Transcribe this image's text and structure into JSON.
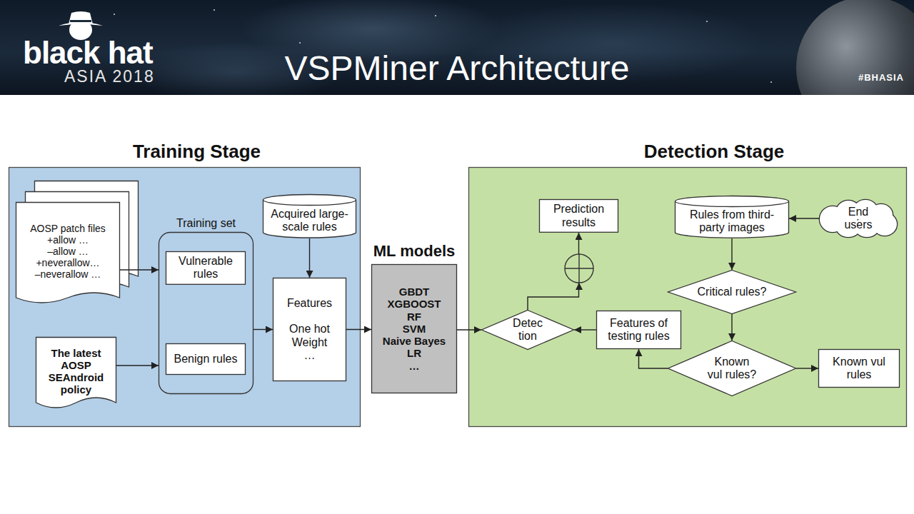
{
  "diagram": {
    "title": "VSPMiner Architecture",
    "nodes": [
      {
        "text": [
          "Training Stage"
        ]
      },
      {
        "text": [
          "AOSP patch files",
          "+allow …",
          "–allow …",
          "+neverallow…",
          "–neverallow …"
        ],
        "in": 0
      },
      {
        "text": [
          "The latest AOSP SEAndroid policy"
        ],
        "in": 0
      },
      {
        "text": [
          "Training set"
        ],
        "in": 0
      },
      {
        "text": [
          "Vulnerable rules"
        ],
        "in": 3
      },
      {
        "text": [
          "Benign rules"
        ],
        "in": 3
      },
      {
        "text": [
          "Acquired large-scale rules"
        ],
        "in": 0
      },
      {
        "text": [
          "Features",
          "One hot",
          "Weight",
          "…"
        ],
        "in": 0
      },
      {
        "text": [
          "ML models",
          "GBDT",
          "XGBOOST",
          "RF",
          "SVM",
          "Naive Bayes",
          "LR",
          "…"
        ]
      },
      {
        "text": [
          "Detection Stage"
        ]
      },
      {
        "text": [
          "Prediction results"
        ],
        "in": 9
      },
      {
        "text": [
          "Rules from third-party images"
        ],
        "in": 9
      },
      {
        "text": [
          "End users"
        ],
        "in": 9
      },
      {
        "text": [
          "Critical rules?"
        ],
        "in": 9
      },
      {
        "text": [
          "Detec tion"
        ],
        "in": 9
      },
      {
        "text": [
          "Features of testing rules"
        ],
        "in": 9
      },
      {
        "text": [
          "Known vul rules?"
        ],
        "in": 9
      },
      {
        "text": [
          "Known vul rules"
        ],
        "in": 9
      }
    ],
    "edges": [
      {
        "from": 1,
        "to": 3,
        "arrow": "to"
      },
      {
        "from": 2,
        "to": 3,
        "arrow": "to"
      },
      {
        "from": 3,
        "to": 7,
        "arrow": "to"
      },
      {
        "from": 6,
        "to": 7,
        "arrow": "to"
      },
      {
        "from": 7,
        "to": 8,
        "arrow": "to"
      },
      {
        "from": 8,
        "to": 14,
        "arrow": "to"
      },
      {
        "from": 14,
        "to": 10,
        "arrow": "to"
      },
      {
        "from": 15,
        "to": 14,
        "arrow": "to"
      },
      {
        "from": 11,
        "to": 13,
        "arrow": "to"
      },
      {
        "from": 12,
        "to": 11,
        "arrow": "to"
      },
      {
        "from": 13,
        "to": 16,
        "arrow": "to"
      },
      {
        "from": 16,
        "to": 17,
        "arrow": "to"
      },
      {
        "from": 16,
        "to": 15,
        "arrow": "to"
      }
    ],
    "labels": [
      "black hat",
      "ASIA 2018",
      "#BHASIA"
    ]
  }
}
